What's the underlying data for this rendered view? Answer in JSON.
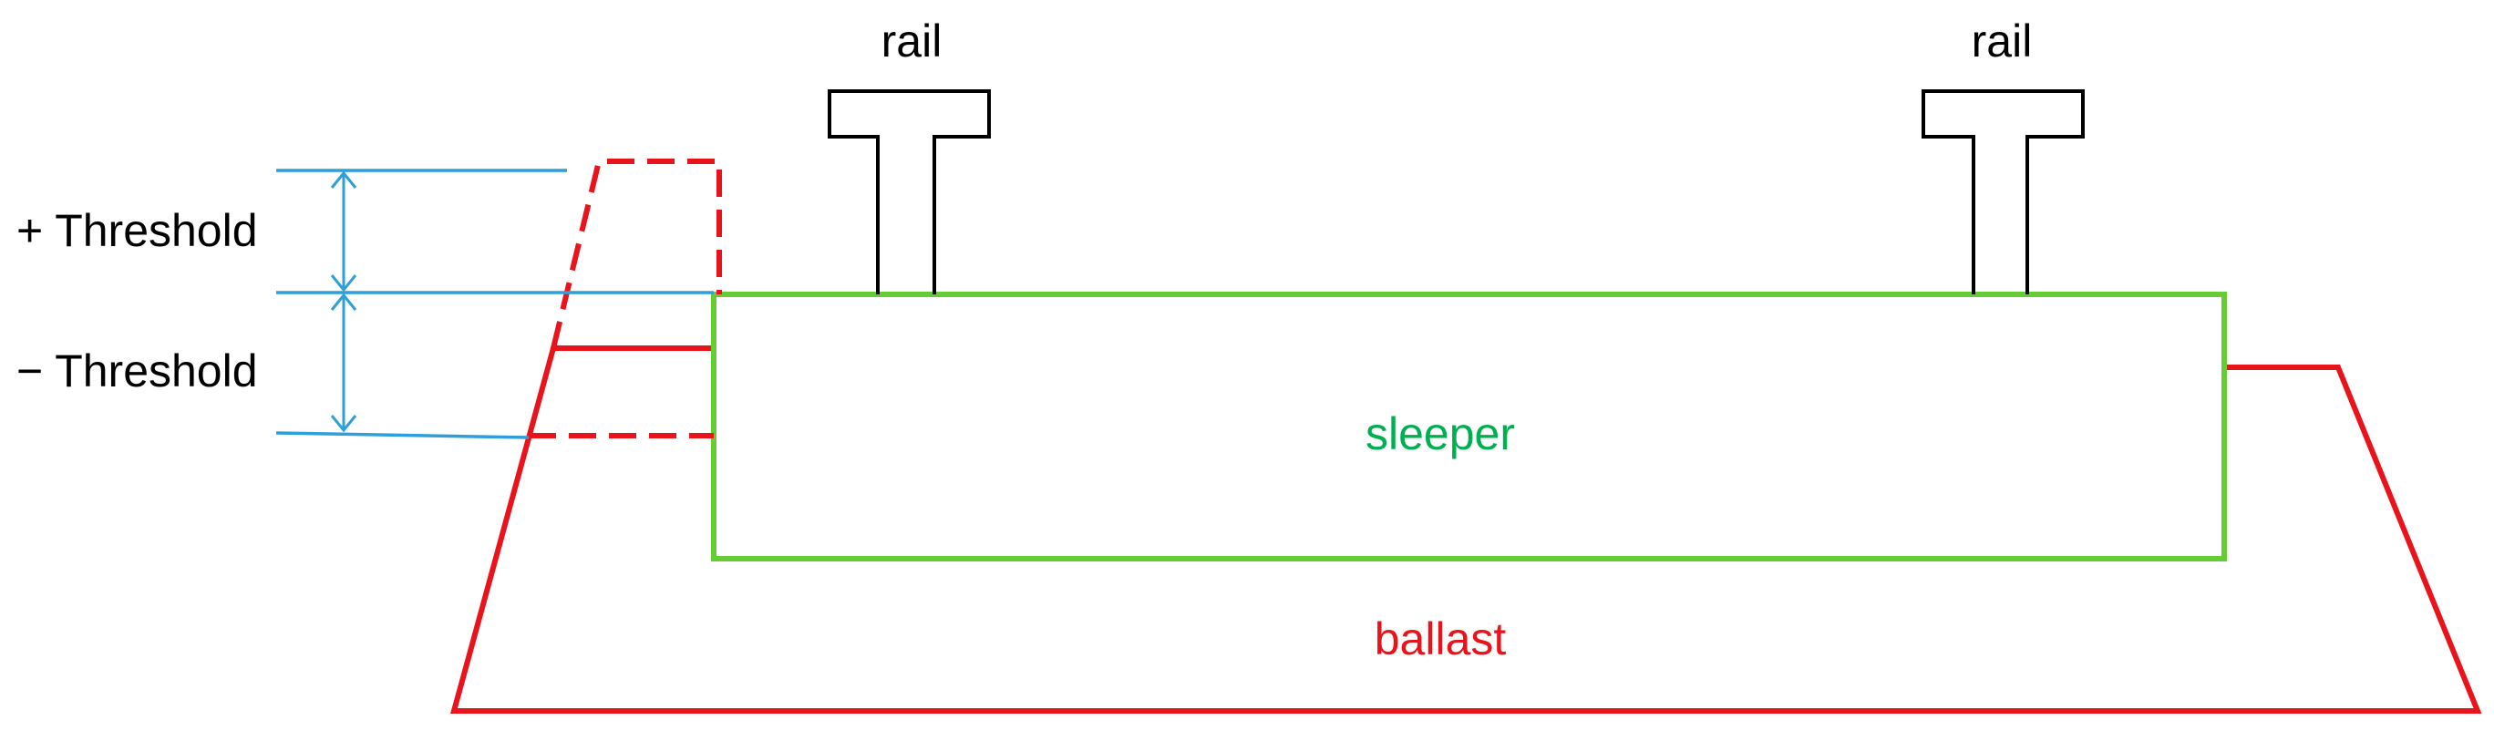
{
  "labels": {
    "rail_left": "rail",
    "rail_right": "rail",
    "plus_threshold": "+ Threshold",
    "minus_threshold": "− Threshold",
    "sleeper": "sleeper",
    "ballast": "ballast"
  },
  "colors": {
    "ballast": "#e8131b",
    "sleeper": "#66cc33",
    "sleeper_text": "#00b050",
    "threshold": "#2e9fd8",
    "rail": "#000000"
  }
}
